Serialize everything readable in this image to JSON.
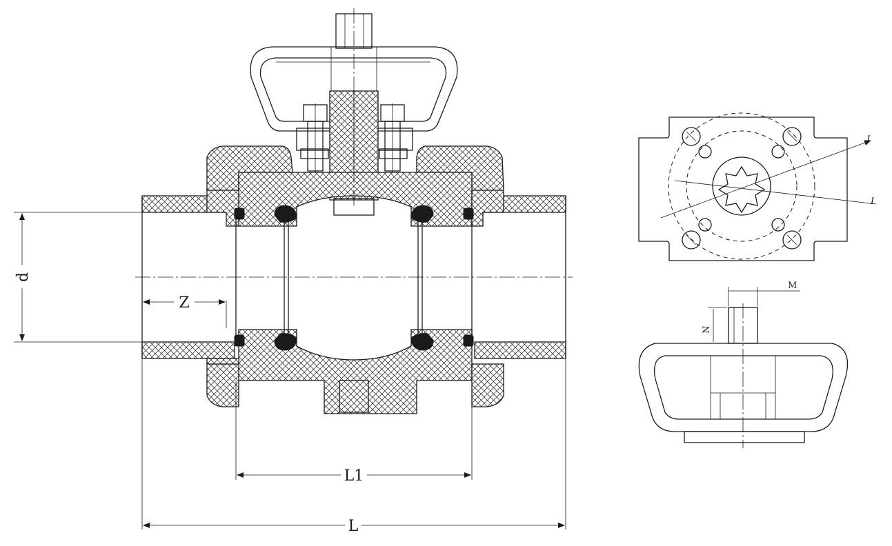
{
  "drawing": {
    "labels": {
      "d": "d",
      "z": "Z",
      "l1": "L1",
      "l": "L",
      "j": "J",
      "i": "I",
      "m": "M",
      "n": "N"
    },
    "colors": {
      "line": "#1a1a1a",
      "background": "#ffffff"
    }
  }
}
